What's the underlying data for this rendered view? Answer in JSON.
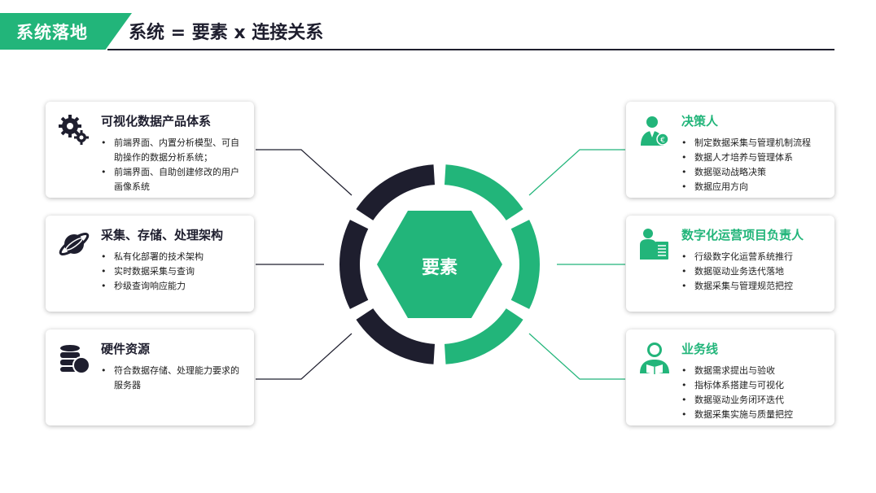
{
  "header": {
    "tag": "系统落地",
    "title": "系统 = 要素 x 连接关系"
  },
  "center": {
    "label": "要素"
  },
  "colors": {
    "accent": "#22b57a",
    "dark": "#1e1e2e"
  },
  "left_cards": [
    {
      "icon": "gears-icon",
      "title": "可视化数据产品体系",
      "items": [
        "前端界面、内置分析模型、可自助操作的数据分析系统；",
        "前端界面、自助创建修改的用户画像系统"
      ]
    },
    {
      "icon": "planet-icon",
      "title": "采集、存储、处理架构",
      "items": [
        "私有化部署的技术架构",
        "实时数据采集与查询",
        "秒级查询响应能力"
      ]
    },
    {
      "icon": "database-icon",
      "title": "硬件资源",
      "items": [
        "符合数据存储、处理能力要求的服务器"
      ]
    }
  ],
  "right_cards": [
    {
      "icon": "decision-maker-icon",
      "title": "决策人",
      "items": [
        "制定数据采集与管理机制流程",
        "数据人才培养与管理体系",
        "数据驱动战略决策",
        "数据应用方向"
      ]
    },
    {
      "icon": "project-owner-icon",
      "title": "数字化运营项目负责人",
      "items": [
        "行级数字化运营系统推行",
        "数据驱动业务迭代落地",
        "数据采集与管理规范把控"
      ]
    },
    {
      "icon": "business-line-icon",
      "title": "业务线",
      "items": [
        "数据需求提出与验收",
        "指标体系搭建与可视化",
        "数据驱动业务闭环迭代",
        "数据采集实施与质量把控"
      ]
    }
  ]
}
